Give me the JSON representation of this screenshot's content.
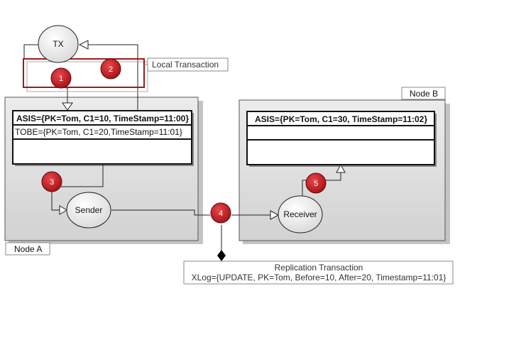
{
  "nodes": {
    "tx": "TX",
    "sender": "Sender",
    "receiver": "Receiver"
  },
  "node_a": {
    "label": "Node A",
    "asis": "ASIS={PK=Tom, C1=10, TimeStamp=11:00}",
    "tobe": "TOBE={PK=Tom, C1=20,TimeStamp=11:01}"
  },
  "node_b": {
    "label": "Node B",
    "asis": "ASIS={PK=Tom, C1=30, TimeStamp=11:02}"
  },
  "callouts": {
    "local_transaction": "Local Transaction",
    "replication_title": "Replication Transaction",
    "replication_xlog": "XLog={UPDATE, PK=Tom, Before=10, After=20, Timestamp=11:01}"
  },
  "badges": [
    "1",
    "2",
    "3",
    "4",
    "5"
  ],
  "colors": {
    "badge": "#c8181e",
    "node_fill": "#dedede",
    "local_tx_border": "#9b1c1c"
  }
}
